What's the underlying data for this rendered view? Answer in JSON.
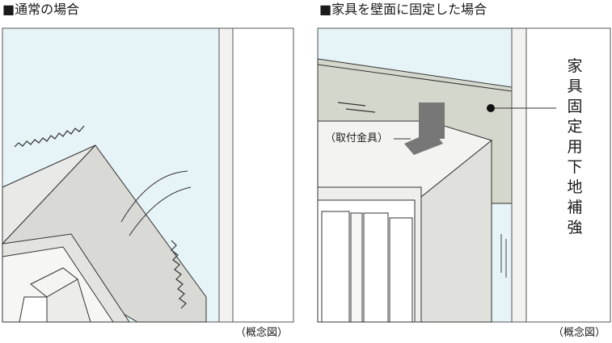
{
  "panels": [
    {
      "heading": "■通常の場合",
      "note": "（概念図）"
    },
    {
      "heading": "■家具を壁面に固定した場合",
      "note": "（概念図）",
      "callout_fitting": "（取付金具）",
      "callout_reinforcement": [
        "家",
        "具",
        "固",
        "定",
        "用",
        "下",
        "地",
        "補",
        "強"
      ]
    }
  ],
  "colors": {
    "wall_glass": "#e6f3f7",
    "furniture_face": "#e8e8e6",
    "furniture_side": "#d6d6d3",
    "reinforcement_board": "#d4d7cc",
    "bracket": "#777777",
    "stroke": "#333333"
  }
}
